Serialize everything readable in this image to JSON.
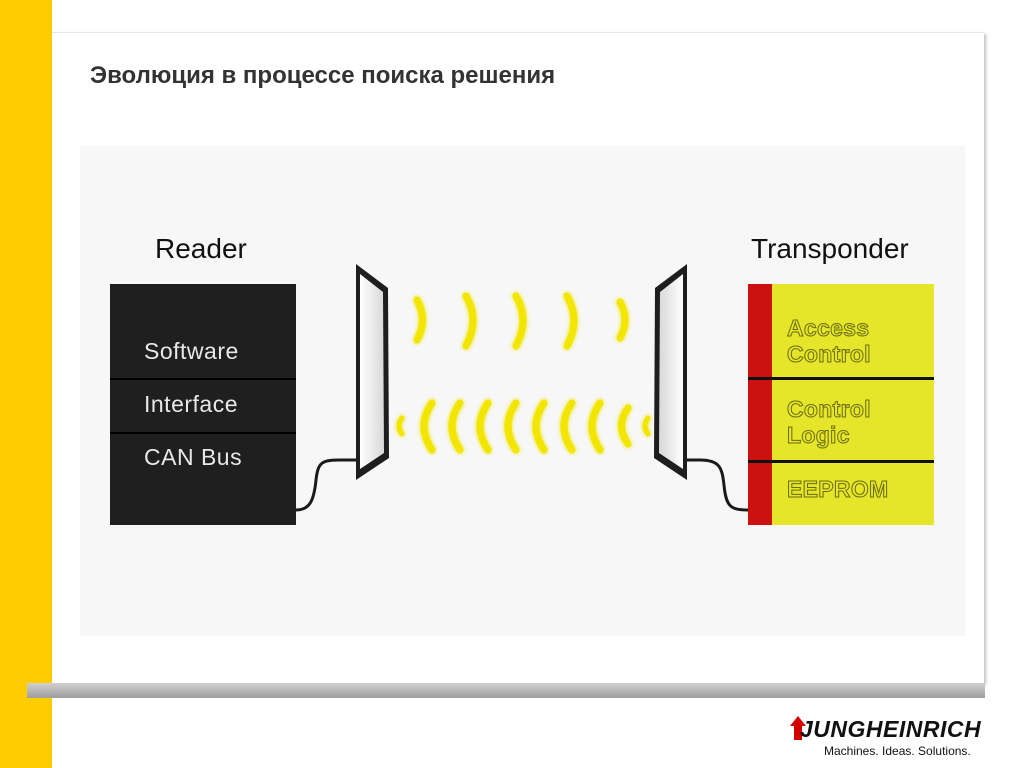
{
  "slide": {
    "title": "Эволюция в процессе поиска решения"
  },
  "reader": {
    "title": "Reader",
    "rows": [
      "Software",
      "Interface",
      "CAN Bus"
    ]
  },
  "transponder": {
    "title": "Transponder",
    "rows": [
      "Access Control",
      "Control Logic",
      "EEPROM"
    ],
    "row_lines": [
      [
        "Access",
        "Control"
      ],
      [
        "Control",
        "Logic"
      ],
      [
        "EEPROM"
      ]
    ]
  },
  "logo": {
    "name": "JUNGHEINRICH",
    "tagline": "Machines. Ideas. Solutions."
  },
  "colors": {
    "accent_yellow": "#ffcc00",
    "reader_block": "#1f1f1f",
    "transponder_block": "#e5e52a",
    "transponder_edge": "#cc1111",
    "wave": "#f2e600"
  },
  "icons": {
    "signal_upper": "wave-arcs-right",
    "signal_lower": "wave-arcs-left",
    "antenna": "antenna-panel"
  }
}
